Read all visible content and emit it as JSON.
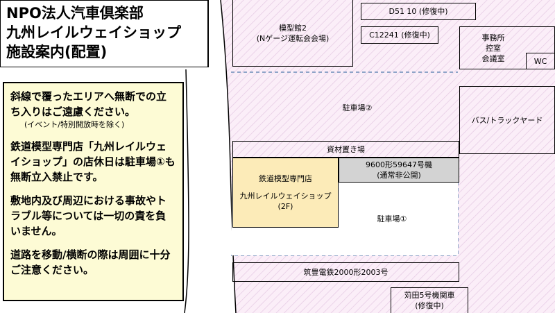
{
  "title": {
    "line1": "NPO法人汽車倶楽部",
    "line2": "九州レイルウェイショップ",
    "line3": "施設案内(配置)"
  },
  "notice": {
    "p1_main": "斜線で覆ったエリアへ無断での立ち入りはご遠慮ください。",
    "p1_sub": "(イベント/特別開放時を除く)",
    "p2": "鉄道模型専門店「九州レイルウェイショップ」の店休日は駐車場①も無断立入禁止です。",
    "p3": "敷地内及び周辺における事故やトラブル等については一切の責を負いません。",
    "p4": "道路を移動/横断の際は周囲に十分ご注意ください。"
  },
  "map": {
    "model_hall": {
      "line1": "模型館2",
      "line2": "(Nゲージ運転会会場)"
    },
    "d51": "D51 10 (修復中)",
    "c12": "C12241 (修復中)",
    "office": {
      "line1": "事務所",
      "line2": "控室",
      "line3": "会議室"
    },
    "wc": "WC",
    "parking2": "駐車場②",
    "bus_yard": "バス/トラックヤード",
    "materials": "資材置き場",
    "shop": {
      "line1": "鉄道模型専門店",
      "line2": "九州レイルウェイショップ",
      "line3": "(2F)"
    },
    "loco9600": {
      "line1": "9600形59647号機",
      "line2": "(通常非公開)"
    },
    "parking1": "駐車場①",
    "chikuho": "筑豊電鉄2000形2003号",
    "kanda": {
      "line1": "苅田5号機関車",
      "line2": "(修復中)"
    }
  },
  "colors": {
    "hatch_bg": "#fbeef8",
    "notice_bg": "#fdfbd5",
    "shop_bg": "#fcebb8",
    "loco_bg": "#d3d3d3",
    "dashed_border": "#8fa4c8"
  }
}
